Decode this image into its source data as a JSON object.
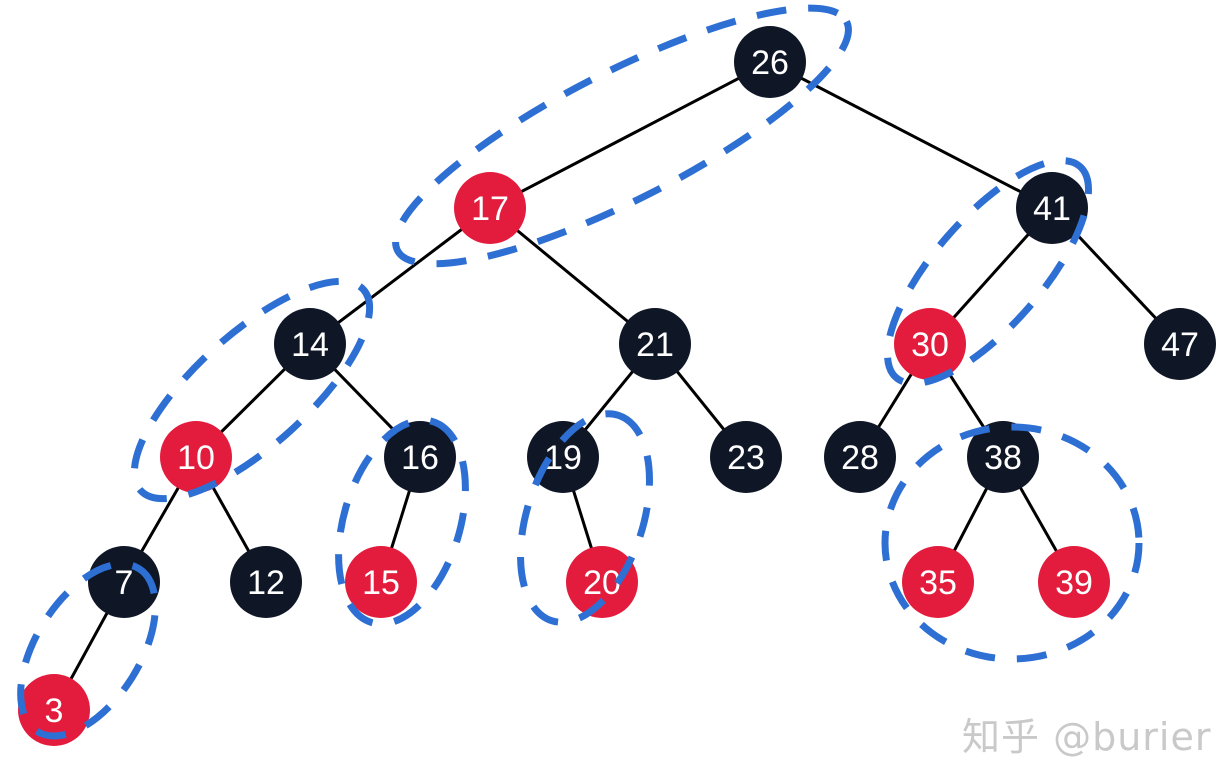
{
  "tree": {
    "colors": {
      "red": "#e31c3d",
      "black": "#0f1626",
      "group_outline": "#2e6fd3",
      "edge": "#000000"
    },
    "nodes": [
      {
        "key": "26",
        "color": "black",
        "left": "17",
        "right": "41"
      },
      {
        "key": "17",
        "color": "red",
        "left": "14",
        "right": "21"
      },
      {
        "key": "41",
        "color": "black",
        "left": "30",
        "right": "47"
      },
      {
        "key": "14",
        "color": "black",
        "left": "10",
        "right": "16"
      },
      {
        "key": "21",
        "color": "black",
        "left": "19",
        "right": "23"
      },
      {
        "key": "30",
        "color": "red",
        "left": "28",
        "right": "38"
      },
      {
        "key": "47",
        "color": "black"
      },
      {
        "key": "10",
        "color": "red",
        "left": "7",
        "right": "12"
      },
      {
        "key": "16",
        "color": "black",
        "left": "15"
      },
      {
        "key": "19",
        "color": "black",
        "right": "20"
      },
      {
        "key": "23",
        "color": "black"
      },
      {
        "key": "28",
        "color": "black"
      },
      {
        "key": "38",
        "color": "black",
        "left": "35",
        "right": "39"
      },
      {
        "key": "7",
        "color": "black",
        "left": "3"
      },
      {
        "key": "12",
        "color": "black"
      },
      {
        "key": "15",
        "color": "red"
      },
      {
        "key": "20",
        "color": "red"
      },
      {
        "key": "35",
        "color": "red"
      },
      {
        "key": "39",
        "color": "red"
      },
      {
        "key": "3",
        "color": "red"
      }
    ],
    "dashed_groups": [
      [
        "26",
        "17"
      ],
      [
        "14",
        "10"
      ],
      [
        "7",
        "3"
      ],
      [
        "16",
        "15"
      ],
      [
        "19",
        "20"
      ],
      [
        "41",
        "30"
      ],
      [
        "38",
        "35",
        "39"
      ]
    ]
  },
  "watermark": "知乎 @burier"
}
